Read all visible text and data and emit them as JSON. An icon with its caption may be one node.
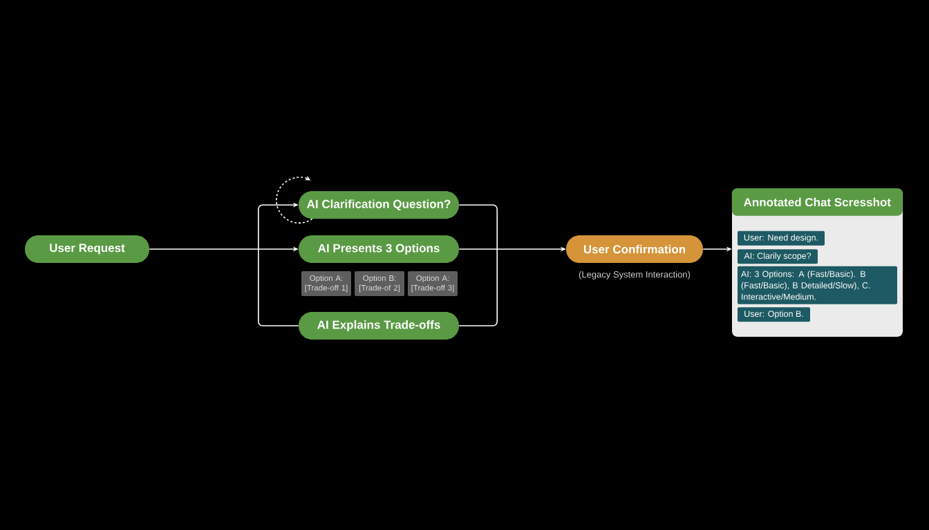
{
  "diagram": {
    "nodes": [
      {
        "text": [
          "User Request"
        ]
      },
      {
        "text": [
          "AI Clarification Question?"
        ]
      },
      {
        "text": [
          "AI Presents 3 Options"
        ]
      },
      {
        "text": [
          "Option A: [Trade-off 1]"
        ]
      },
      {
        "text": [
          "Option B: [Trade-of 2]"
        ]
      },
      {
        "text": [
          "Option A: [Trade-off 3]"
        ]
      },
      {
        "text": [
          "AI Explains Trade-offs"
        ]
      },
      {
        "text": [
          "User Confirmation"
        ],
        "beside": [
          "(Legacy System Interaction)"
        ]
      },
      {
        "text": [],
        "shape": "box"
      },
      {
        "text": [
          "Annotated Chat Scresshot"
        ],
        "in": 8
      },
      {
        "text": [
          "User: Need design."
        ],
        "in": 8
      },
      {
        "text": [
          "AI: Clarily scope?"
        ],
        "in": 8
      },
      {
        "text": [
          "AI: 3 Options: A (Fast/Basic). B (Fast/Basic), B Detailed/Slow), C. Interactive/Medium."
        ],
        "in": 8
      },
      {
        "text": [
          "User: Option B."
        ],
        "in": 8
      }
    ],
    "edges": [
      {
        "from": 0,
        "to": 2,
        "arrow": "to"
      },
      {
        "from": 6,
        "to": 1,
        "arrow": "to"
      },
      {
        "from": 1,
        "to": 6,
        "arrow": "none"
      },
      {
        "from": 2,
        "to": 7,
        "arrow": "to"
      },
      {
        "from": 1,
        "to": 1,
        "arrow": "to",
        "style": "dashed"
      },
      {
        "from": 7,
        "to": 8,
        "arrow": "to"
      }
    ]
  }
}
